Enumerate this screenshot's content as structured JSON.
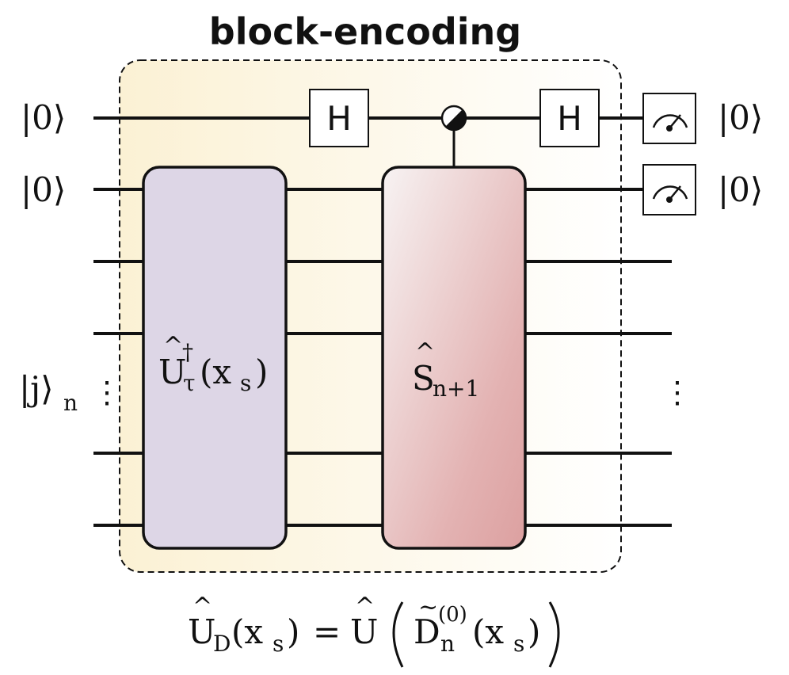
{
  "title": "block-encoding",
  "inputs": {
    "ancilla_top": "|0⟩",
    "ancilla_second": "|0⟩",
    "register_label": "|j⟩",
    "register_subscript": "n",
    "register_dots": "⋮"
  },
  "outputs": {
    "ancilla_top": "|0⟩",
    "ancilla_second": "|0⟩",
    "register_dots": "⋮"
  },
  "gates": {
    "hadamard_label": "H",
    "u_gate": {
      "base": "U",
      "superscript": "†",
      "subscript": "τ",
      "argument_open": "(x",
      "argument_subscript": "s",
      "argument_close": ")"
    },
    "s_gate": {
      "base": "S",
      "subscript": "n+1"
    }
  },
  "formula": {
    "lhs_base": "U",
    "lhs_subscript": "D",
    "lhs_arg_open": "(x",
    "lhs_arg_subscript": "s",
    "lhs_arg_close": ")",
    "equals": "=",
    "rhs_base": "U",
    "inner_base": "D",
    "inner_superscript": "(0)",
    "inner_subscript": "n",
    "inner_arg_open": "(x",
    "inner_arg_subscript": "s",
    "inner_arg_close": ")"
  },
  "colors": {
    "block_fill_start": "#fbf1d4",
    "block_fill_end": "#ffffff",
    "u_gate_fill": "#ddd6e6",
    "s_gate_fill_start": "#f7f3f3",
    "s_gate_fill_end": "#dea3a3",
    "line": "#111111"
  }
}
